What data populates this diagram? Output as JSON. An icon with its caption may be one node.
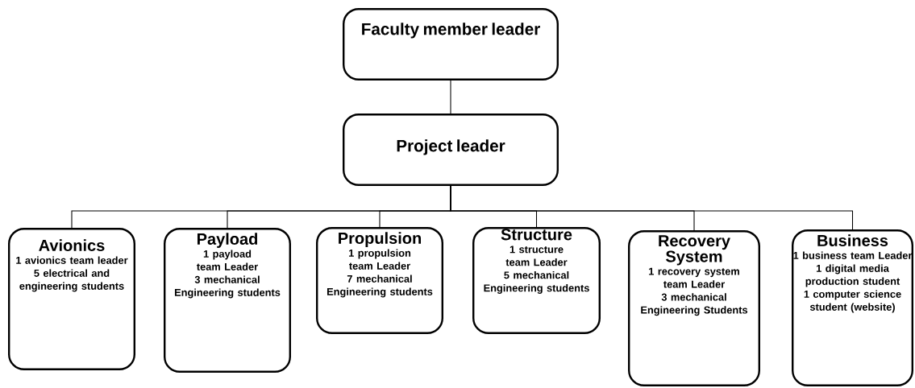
{
  "diagram": {
    "nodes": [
      {
        "text": [
          "Faculty member leader"
        ]
      },
      {
        "text": [
          "Project leader"
        ]
      },
      {
        "text": [
          "Avionics",
          "1 avionics team leader",
          "5 electrical and engineering students"
        ]
      },
      {
        "text": [
          "Payload",
          "1 payload team Leader",
          "3 mechanical Engineering students"
        ]
      },
      {
        "text": [
          "Propulsion",
          "1 propulsion team Leader",
          "7 mechanical Engineering students"
        ]
      },
      {
        "text": [
          "Structure",
          "1 structure team Leader",
          "5 mechanical Engineering students"
        ]
      },
      {
        "text": [
          "Recovery System",
          "1 recovery system team Leader",
          "3 mechanical Engineering Students"
        ]
      },
      {
        "text": [
          "Business",
          "1 business team Leader",
          "1 digital media production student",
          "1 computer science student (website)"
        ]
      }
    ],
    "edges": [
      {
        "from": 0,
        "to": 1,
        "arrow": "none"
      },
      {
        "from": 1,
        "to": 2,
        "arrow": "none"
      },
      {
        "from": 1,
        "to": 3,
        "arrow": "none"
      },
      {
        "from": 1,
        "to": 4,
        "arrow": "none"
      },
      {
        "from": 1,
        "to": 5,
        "arrow": "none"
      },
      {
        "from": 1,
        "to": 6,
        "arrow": "none"
      },
      {
        "from": 1,
        "to": 7,
        "arrow": "none"
      }
    ]
  }
}
